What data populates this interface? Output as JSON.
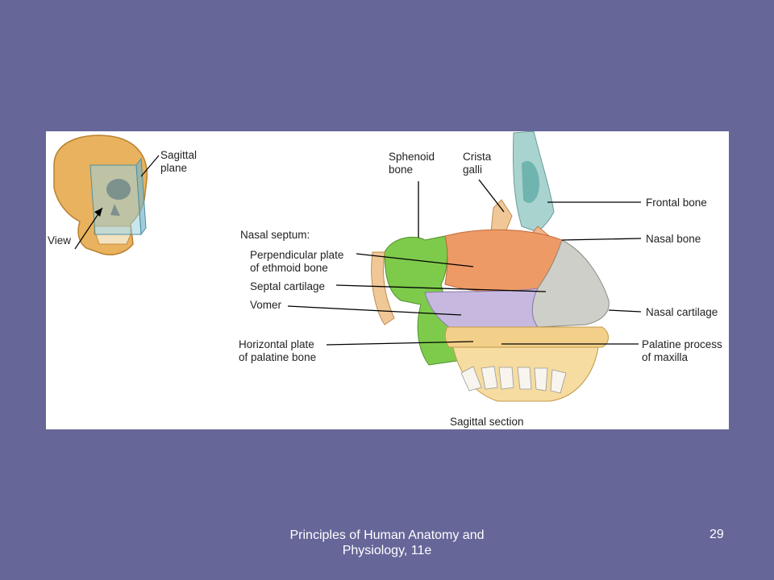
{
  "figure": {
    "inset": {
      "sagittal_plane": "Sagittal\nplane",
      "view": "View"
    },
    "labels": {
      "sphenoid_bone": "Sphenoid\nbone",
      "crista_galli": "Crista\ngalli",
      "frontal_bone": "Frontal bone",
      "nasal_bone": "Nasal bone",
      "nasal_septum": "Nasal septum:",
      "perpendicular_plate": "Perpendicular plate\nof ethmoid bone",
      "septal_cartilage": "Septal cartilage",
      "vomer": "Vomer",
      "nasal_cartilage": "Nasal cartilage",
      "horizontal_plate": "Horizontal plate\nof palatine bone",
      "palatine_process": "Palatine process\nof maxilla",
      "caption": "Sagittal section"
    }
  },
  "footer": {
    "title": "Principles of Human Anatomy and\nPhysiology, 11e",
    "page_number": "29"
  }
}
